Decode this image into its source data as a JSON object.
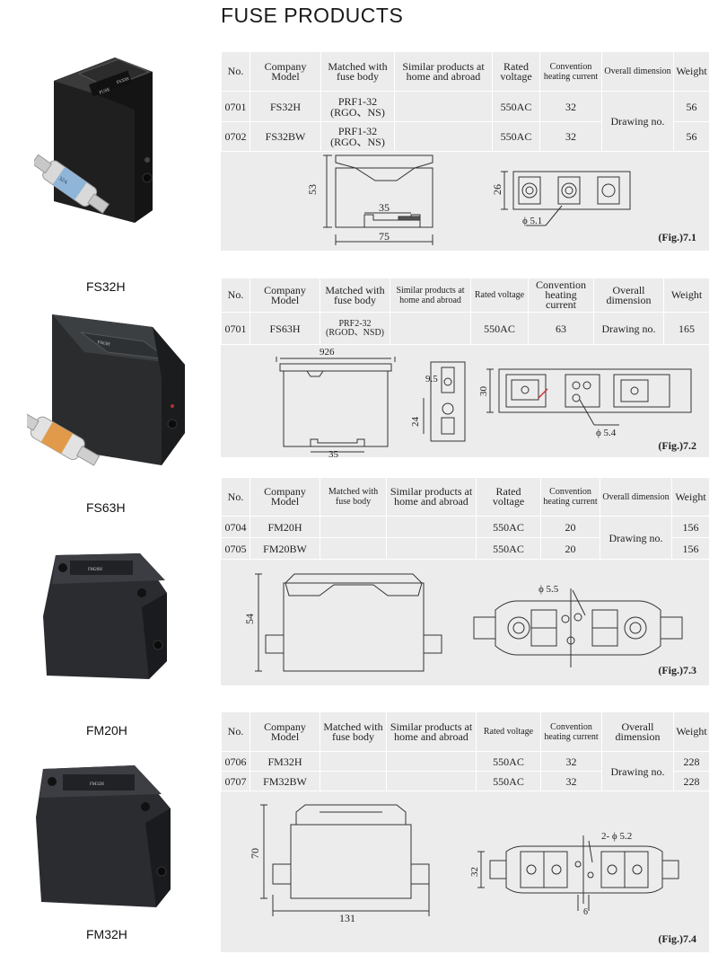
{
  "page_title": "FUSE PRODUCTS",
  "header_labels": {
    "no": "No.",
    "company": [
      "Company",
      "Model"
    ],
    "matched": [
      "Matched with",
      "fuse body"
    ],
    "similar": [
      "Similar products at",
      "home and abroad"
    ],
    "rated": [
      "Rated",
      "voltage"
    ],
    "rated_one_line": "Rated voltage",
    "convention": [
      "Convention",
      "heating current"
    ],
    "overall": "Overall dimension",
    "overall_two": [
      "Overall",
      "dimension"
    ],
    "weight": "Weight"
  },
  "sections": [
    {
      "product_label": "FS32H",
      "rows": [
        {
          "no": "0701",
          "model": "FS32H",
          "matched": [
            "PRF1-32",
            "(RGO、NS)"
          ],
          "similar": "",
          "voltage": "550AC",
          "current": "32",
          "weight": "56"
        },
        {
          "no": "0702",
          "model": "FS32BW",
          "matched": [
            "PRF1-32",
            "(RGO、NS)"
          ],
          "similar": "",
          "voltage": "550AC",
          "current": "32",
          "weight": "56"
        }
      ],
      "drawing_no": "Drawing no.",
      "dims": {
        "d1": "53",
        "d2": "35",
        "d3": "75",
        "d4": "26",
        "d5": "ϕ 5.1"
      },
      "fig_label": "(Fig.)7.1"
    },
    {
      "product_label": "FS63H",
      "rows": [
        {
          "no": "0701",
          "model": "FS63H",
          "matched": [
            "PRF2-32",
            "(RGOD、NSD)"
          ],
          "similar": "",
          "voltage": "550AC",
          "current": "63",
          "weight": "165"
        }
      ],
      "drawing_no": "Drawing no.",
      "dims": {
        "d1": "926",
        "d2": "35",
        "d3": "9.5",
        "d4": "24",
        "d5": "30",
        "d6": "ϕ 5.4"
      },
      "fig_label": "(Fig.)7.2"
    },
    {
      "product_label": "FM20H",
      "rows": [
        {
          "no": "0704",
          "model": "FM20H",
          "matched": "",
          "similar": "",
          "voltage": "550AC",
          "current": "20",
          "weight": "156"
        },
        {
          "no": "0705",
          "model": "FM20BW",
          "matched": "",
          "similar": "",
          "voltage": "550AC",
          "current": "20",
          "weight": "156"
        }
      ],
      "drawing_no": "Drawing no.",
      "dims": {
        "d1": "54",
        "d2": "ϕ 5.5"
      },
      "fig_label": "(Fig.)7.3"
    },
    {
      "product_label": "FM32H",
      "rows": [
        {
          "no": "0706",
          "model": "FM32H",
          "matched": "",
          "similar": "",
          "voltage": "550AC",
          "current": "32",
          "weight": "228"
        },
        {
          "no": "0707",
          "model": "FM32BW",
          "matched": "",
          "similar": "",
          "voltage": "550AC",
          "current": "32",
          "weight": "228"
        }
      ],
      "drawing_no": "Drawing no.",
      "dims": {
        "d1": "70",
        "d2": "131",
        "d3": "2- ϕ 5.2",
        "d4": "32",
        "d5": "6"
      },
      "fig_label": "(Fig.)7.4"
    }
  ],
  "photo_label_texts": [
    "FUSE",
    "FS32H",
    "32A",
    "FS63H",
    "FM20H",
    "FM32H"
  ]
}
